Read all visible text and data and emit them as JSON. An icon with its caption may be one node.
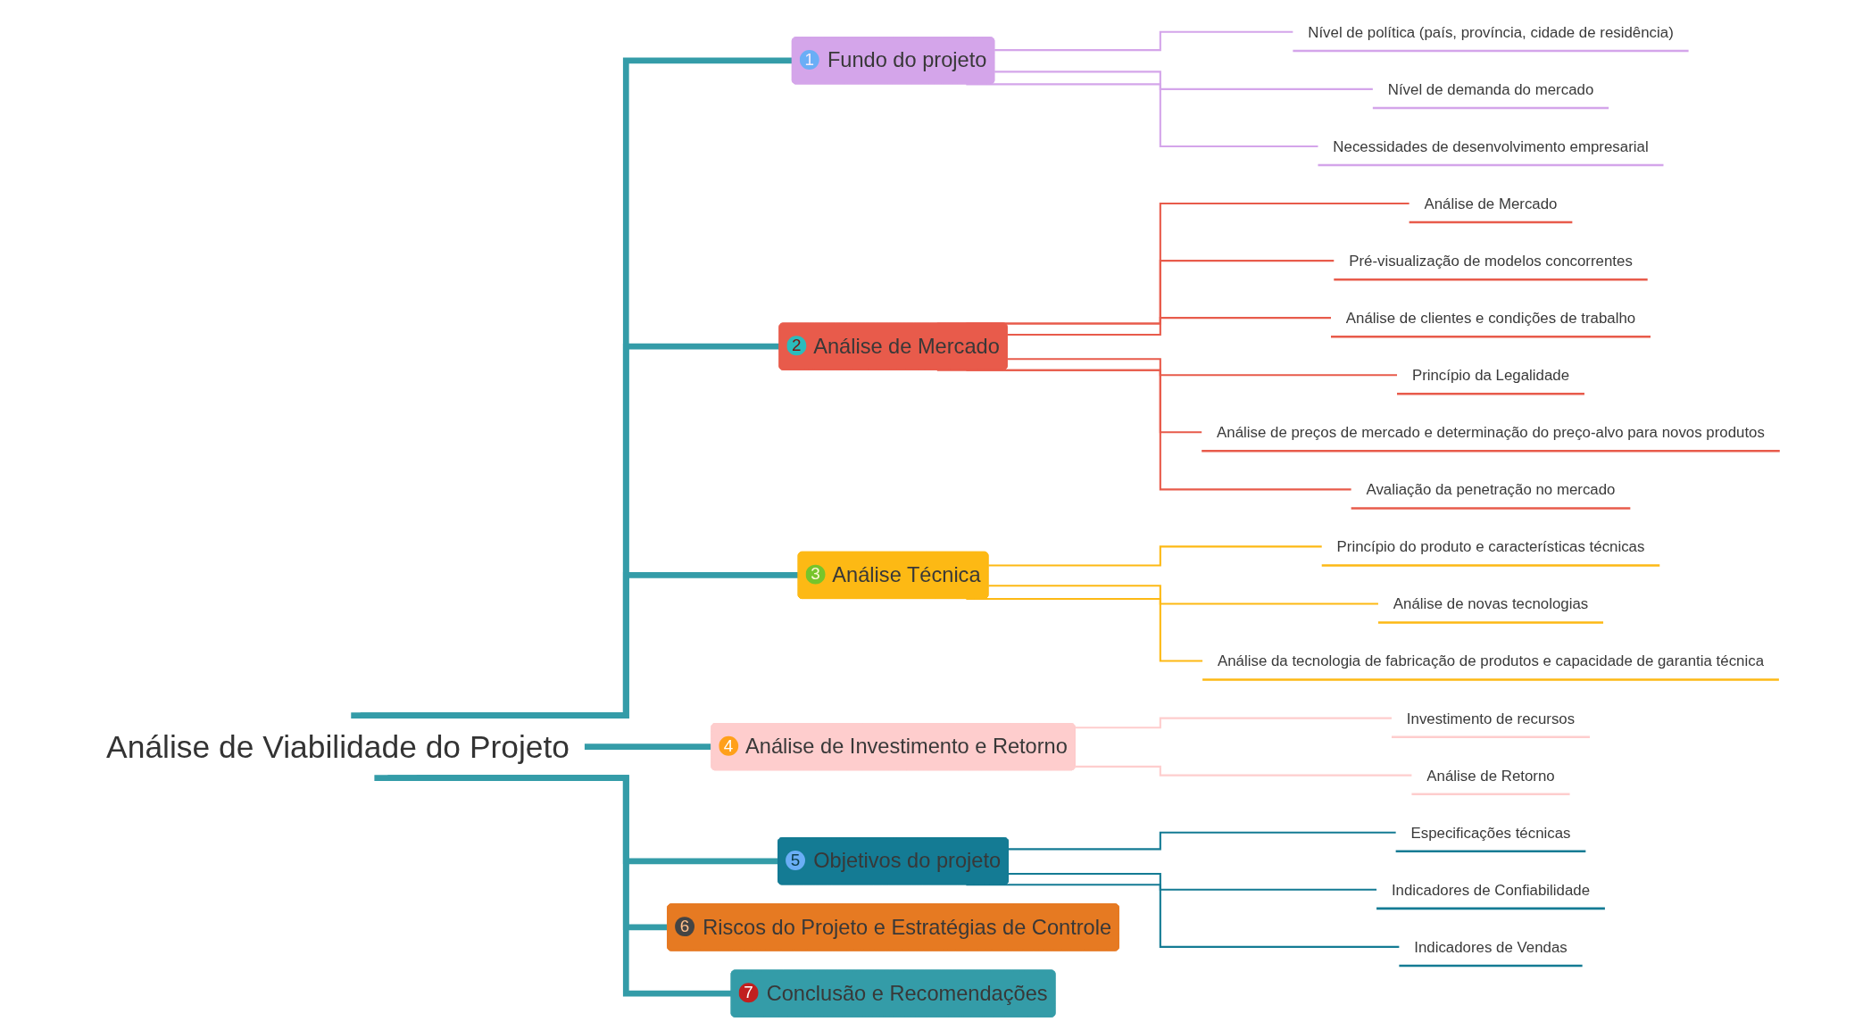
{
  "diagram": {
    "nodes": [
      {
        "text": [
          "Análise de Viabilidade do Projeto"
        ]
      },
      {
        "text": [
          "1",
          "Fundo do projeto"
        ]
      },
      {
        "text": [
          "Nível de política (país, província, cidade de residência)"
        ]
      },
      {
        "text": [
          "Nível de demanda do mercado"
        ]
      },
      {
        "text": [
          "Necessidades de desenvolvimento empresarial"
        ]
      },
      {
        "text": [
          "2",
          "Análise de Mercado"
        ]
      },
      {
        "text": [
          "Análise de Mercado"
        ]
      },
      {
        "text": [
          "Pré-visualização de modelos concorrentes"
        ]
      },
      {
        "text": [
          "Análise de clientes e condições de trabalho"
        ]
      },
      {
        "text": [
          "Princípio da Legalidade"
        ]
      },
      {
        "text": [
          "Análise de preços de mercado e determinação do preço-alvo para novos produtos"
        ]
      },
      {
        "text": [
          "Avaliação da penetração no mercado"
        ]
      },
      {
        "text": [
          "3",
          "Análise Técnica"
        ]
      },
      {
        "text": [
          "Princípio do produto e características técnicas"
        ]
      },
      {
        "text": [
          "Análise de novas tecnologias"
        ]
      },
      {
        "text": [
          "Análise da tecnologia de fabricação de produtos e capacidade de garantia técnica"
        ]
      },
      {
        "text": [
          "4",
          "Análise de Investimento e Retorno"
        ]
      },
      {
        "text": [
          "Investimento de recursos"
        ]
      },
      {
        "text": [
          "Análise de Retorno"
        ]
      },
      {
        "text": [
          "5",
          "Objetivos do projeto"
        ]
      },
      {
        "text": [
          "Especificações técnicas"
        ]
      },
      {
        "text": [
          "Indicadores de Confiabilidade"
        ]
      },
      {
        "text": [
          "Indicadores de Vendas"
        ]
      },
      {
        "text": [
          "6",
          "Riscos do Projeto e Estratégias de Controle"
        ]
      },
      {
        "text": [
          "7",
          "Conclusão e Recomendações"
        ]
      }
    ],
    "edges": [
      {
        "from": 0,
        "to": 1,
        "arrow": "none",
        "style": "thick",
        "color": "#349ca8"
      },
      {
        "from": 1,
        "to": 2,
        "arrow": "none",
        "color": "#d4a5ea"
      },
      {
        "from": 1,
        "to": 3,
        "arrow": "none",
        "color": "#d4a5ea"
      },
      {
        "from": 1,
        "to": 4,
        "arrow": "none",
        "color": "#d4a5ea"
      },
      {
        "from": 0,
        "to": 5,
        "arrow": "none",
        "style": "thick",
        "color": "#349ca8"
      },
      {
        "from": 5,
        "to": 6,
        "arrow": "none",
        "color": "#e85b4b"
      },
      {
        "from": 5,
        "to": 7,
        "arrow": "none",
        "color": "#e85b4b"
      },
      {
        "from": 5,
        "to": 8,
        "arrow": "none",
        "color": "#e85b4b"
      },
      {
        "from": 5,
        "to": 9,
        "arrow": "none",
        "color": "#e85b4b"
      },
      {
        "from": 5,
        "to": 10,
        "arrow": "none",
        "color": "#e85b4b"
      },
      {
        "from": 5,
        "to": 11,
        "arrow": "none",
        "color": "#e85b4b"
      },
      {
        "from": 0,
        "to": 12,
        "arrow": "none",
        "style": "thick",
        "color": "#349ca8"
      },
      {
        "from": 12,
        "to": 13,
        "arrow": "none",
        "color": "#fdb914"
      },
      {
        "from": 12,
        "to": 14,
        "arrow": "none",
        "color": "#fdb914"
      },
      {
        "from": 12,
        "to": 15,
        "arrow": "none",
        "color": "#fdb914"
      },
      {
        "from": 0,
        "to": 16,
        "arrow": "none",
        "style": "thick",
        "color": "#349ca8"
      },
      {
        "from": 16,
        "to": 17,
        "arrow": "none",
        "color": "#fecdcd"
      },
      {
        "from": 16,
        "to": 18,
        "arrow": "none",
        "color": "#fecdcd"
      },
      {
        "from": 0,
        "to": 19,
        "arrow": "none",
        "style": "thick",
        "color": "#349ca8"
      },
      {
        "from": 19,
        "to": 20,
        "arrow": "none",
        "color": "#147b94"
      },
      {
        "from": 19,
        "to": 21,
        "arrow": "none",
        "color": "#147b94"
      },
      {
        "from": 19,
        "to": 22,
        "arrow": "none",
        "color": "#147b94"
      },
      {
        "from": 0,
        "to": 23,
        "arrow": "none",
        "style": "thick",
        "color": "#349ca8"
      },
      {
        "from": 0,
        "to": 24,
        "arrow": "none",
        "style": "thick",
        "color": "#349ca8"
      }
    ]
  }
}
